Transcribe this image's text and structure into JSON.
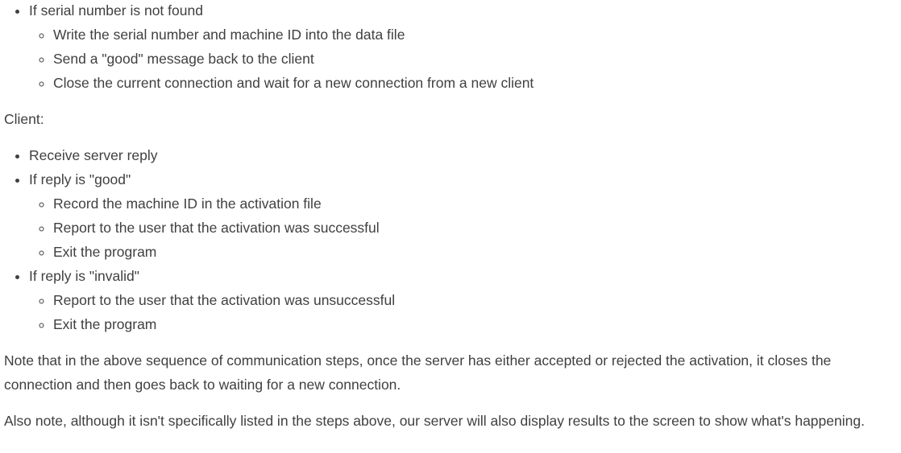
{
  "content": {
    "server_list": {
      "item": "If serial number is not found",
      "sub_items": [
        "Write the serial number and machine ID into the data file",
        "Send a \"good\" message back to the client",
        "Close the current connection and wait for a new connection from a new client"
      ]
    },
    "client_heading": "Client:",
    "client_list": {
      "items": [
        {
          "text": "Receive server reply",
          "sub_items": []
        },
        {
          "text": "If reply is \"good\"",
          "sub_items": [
            "Record the machine ID in the activation file",
            "Report to the user that the activation was successful",
            "Exit the program"
          ]
        },
        {
          "text": "If reply is \"invalid\"",
          "sub_items": [
            "Report to the user that the activation was unsuccessful",
            "Exit the program"
          ]
        }
      ]
    },
    "paragraphs": [
      "Note that in the above sequence of communication steps, once the server has either accepted or rejected the activation, it closes the connection and then goes back to waiting for a new connection.",
      "Also note, although it isn't specifically listed in the steps above, our server will also display results to the screen to show what's happening."
    ]
  },
  "colors": {
    "text": "#404040",
    "background": "#ffffff"
  }
}
